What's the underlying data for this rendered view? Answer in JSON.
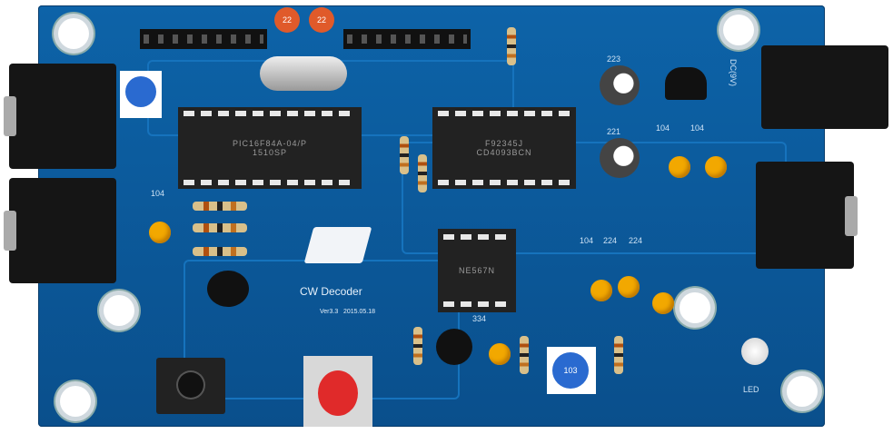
{
  "board": {
    "title": "CW Decoder",
    "version": "Ver3.3",
    "date": "2015.05.18",
    "chips": {
      "mcu": [
        "PIC16F84A-04/P",
        "1510SP"
      ],
      "gate": [
        "F92345J",
        "CD4093BCN"
      ],
      "decoder": [
        "NE567N"
      ]
    },
    "labels": {
      "c1": "104",
      "c2": "104",
      "c3": "104",
      "c4": "104",
      "c5": "224",
      "c6": "224",
      "c7": "334",
      "e1": "223",
      "e2": "221",
      "rc1": "22",
      "rc2": "22",
      "led": "LED",
      "power": "DC(9V)",
      "pot": "103"
    }
  }
}
